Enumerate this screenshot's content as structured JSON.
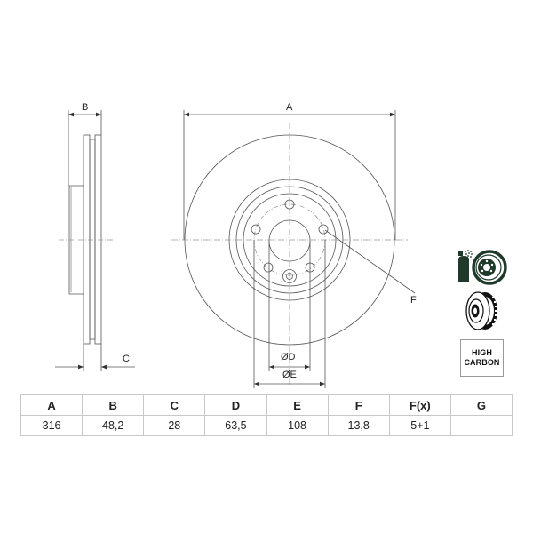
{
  "drawing": {
    "side_view": {
      "dimension_labels": {
        "b": "B",
        "c": "C"
      }
    },
    "front_view": {
      "dimension_labels": {
        "a": "A",
        "d": "ØD",
        "e": "ØE",
        "f": "F"
      }
    }
  },
  "icons": [
    {
      "name": "anti-corrosion-coating-icon",
      "color": "#1f3a2b"
    },
    {
      "name": "vented-disc-icon",
      "color": "#111111"
    }
  ],
  "badge": {
    "line1": "HIGH",
    "line2": "CARBON"
  },
  "spec_table": {
    "headers": [
      "A",
      "B",
      "C",
      "D",
      "E",
      "F",
      "F(x)",
      "G"
    ],
    "values": [
      "316",
      "48,2",
      "28",
      "63,5",
      "108",
      "13,8",
      "5+1",
      ""
    ]
  }
}
